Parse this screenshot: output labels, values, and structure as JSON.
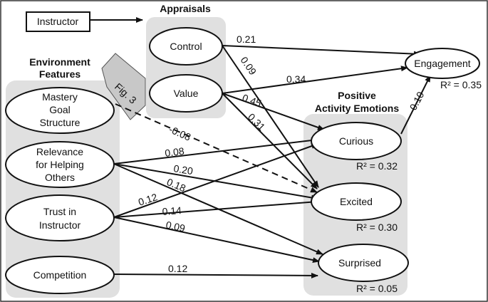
{
  "instructor": {
    "label": "Instructor"
  },
  "appraisals": {
    "title": "Appraisals",
    "control": "Control",
    "value": "Value"
  },
  "environment": {
    "title_line1": "Environment",
    "title_line2": "Features",
    "mastery": [
      "Mastery",
      "Goal",
      "Structure"
    ],
    "relevance": [
      "Relevance",
      "for Helping",
      "Others"
    ],
    "trust": [
      "Trust in",
      "Instructor"
    ],
    "competition": "Competition"
  },
  "fig_arrow": {
    "label": "Fig. 3"
  },
  "emotions": {
    "title_line1": "Positive",
    "title_line2": "Activity Emotions",
    "curious": "Curious",
    "excited": "Excited",
    "surprised": "Surprised",
    "r2_curious": "R² = 0.32",
    "r2_excited": "R² = 0.30",
    "r2_surprised": "R² = 0.05"
  },
  "engagement": {
    "label": "Engagement",
    "r2": "R² = 0.35"
  },
  "paths": {
    "control_engagement": "0.21",
    "control_excited": "0.09",
    "value_engagement": "0.34",
    "value_curious": "0.45",
    "value_excited": "0.31",
    "curious_engagement": "0.10",
    "mastery_excited": "-0.08",
    "relevance_curious": "0.08",
    "relevance_excited": "0.20",
    "relevance_surprised": "0.18",
    "trust_curious": "0.12",
    "trust_excited": "0.14",
    "trust_surprised": "0.09",
    "competition_surprised": "0.12"
  }
}
